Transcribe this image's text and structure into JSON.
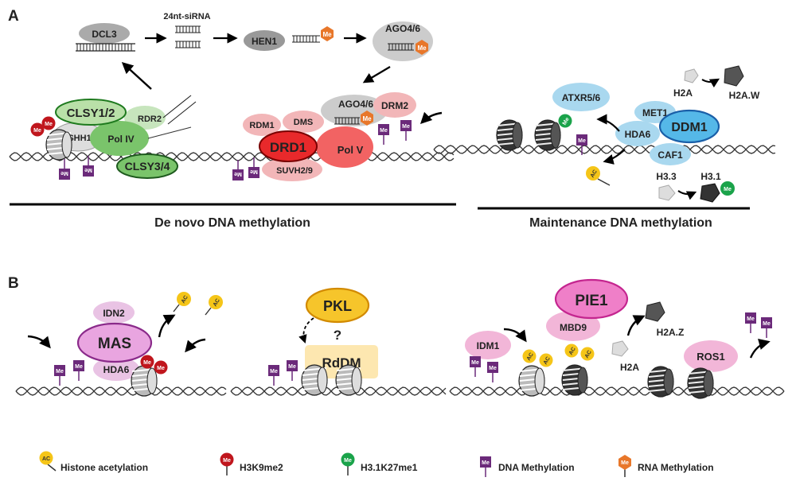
{
  "panels": {
    "a": {
      "letter": "A"
    },
    "b": {
      "letter": "B"
    }
  },
  "de_novo": {
    "caption": "De novo DNA methylation",
    "dcl3": "DCL3",
    "sirna": "24nt-siRNA",
    "hen1": "HEN1",
    "ago46_top": "AGO4/6",
    "clsy12": "CLSY1/2",
    "rdr2": "RDR2",
    "shh1": "SHH1",
    "pol4": "Pol IV",
    "clsy34": "CLSY3/4",
    "rdm1": "RDM1",
    "dms": "DMS",
    "ago46_mid": "AGO4/6",
    "drm2": "DRM2",
    "drd1": "DRD1",
    "pol5": "Pol V",
    "suvh29": "SUVH2/9"
  },
  "maintenance": {
    "caption": "Maintenance DNA methylation",
    "atxr56": "ATXR5/6",
    "met1": "MET1",
    "hda6": "HDA6",
    "ddm1": "DDM1",
    "caf1": "CAF1",
    "h2a": "H2A",
    "h2aw": "H2A.W",
    "h33": "H3.3",
    "h31": "H3.1"
  },
  "panel_b": {
    "idn2": "IDN2",
    "mas": "MAS",
    "hda6": "HDA6",
    "pkl": "PKL",
    "question": "?",
    "rddm": "RdDM",
    "pie1": "PIE1",
    "mbd9": "MBD9",
    "idm1": "IDM1",
    "h2az": "H2A.Z",
    "h2a": "H2A",
    "ros1": "ROS1"
  },
  "marks": {
    "me": "Me",
    "ac": "AC"
  },
  "legend": [
    {
      "label": "Histone acetylation",
      "type": "ac"
    },
    {
      "label": "H3K9me2",
      "type": "h3k9"
    },
    {
      "label": "H3.1K27me1",
      "type": "h31k27"
    },
    {
      "label": "DNA Methylation",
      "type": "dna"
    },
    {
      "label": "RNA Methylation",
      "type": "rna"
    }
  ],
  "colors": {
    "ac": "#f5c518",
    "h3k9": "#c0161d",
    "h31k27": "#1aa34a",
    "dna": "#6b2a7a",
    "rna": "#e8772a",
    "clsy": "#7ac46b",
    "drd1": "#e8292b",
    "pink": "#f2b6b8",
    "ddm1": "#55b8e8",
    "mas": "#e9a5e0",
    "pie1": "#ef7fc8",
    "pkl": "#f6c52b",
    "rddm": "#fde7b0"
  }
}
